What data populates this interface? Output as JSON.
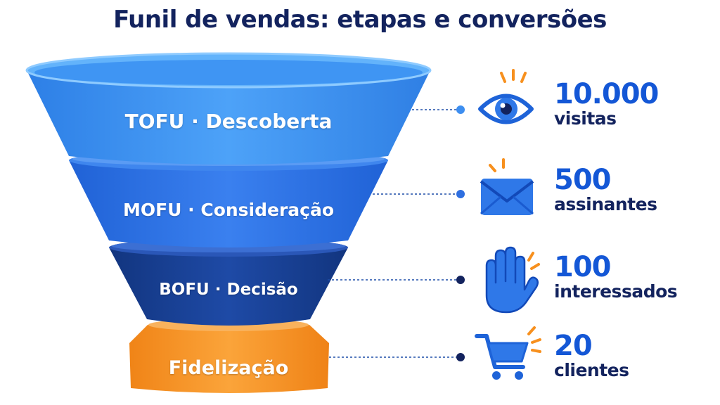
{
  "title": "Funil de vendas: etapas e conversões",
  "stages": [
    {
      "label": "TOFU · Descoberta"
    },
    {
      "label": "MOFU · Consideração"
    },
    {
      "label": "BOFU · Decisão"
    },
    {
      "label": "Fidelização"
    }
  ],
  "metrics": [
    {
      "value": "10.000",
      "label": "visitas",
      "icon": "eye-icon"
    },
    {
      "value": "500",
      "label": "assinantes",
      "icon": "envelope-icon"
    },
    {
      "value": "100",
      "label": "interessados",
      "icon": "hand-icon"
    },
    {
      "value": "20",
      "label": "clientes",
      "icon": "shopping-cart-icon"
    }
  ],
  "colors": {
    "title": "#13235e",
    "tofu": "#3d8ef0",
    "mofu": "#2f6fe0",
    "bofu": "#173f94",
    "fidelizacao": "#f7901e",
    "accent_orange": "#f7901e",
    "metric_value": "#1457d6"
  }
}
